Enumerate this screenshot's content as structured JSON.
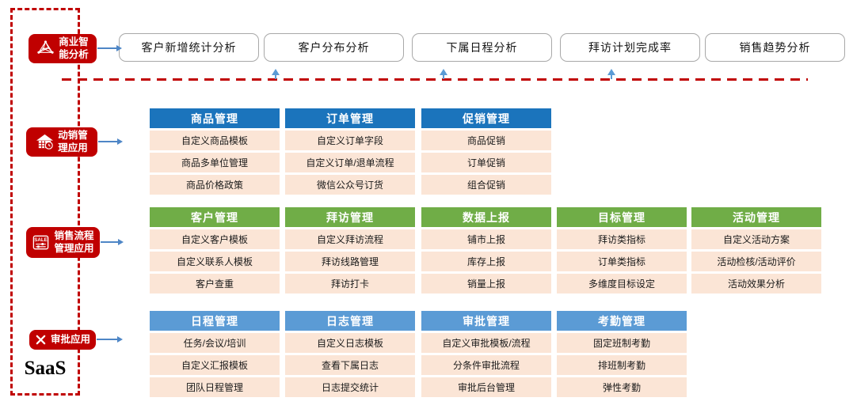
{
  "saas_label": "SaaS",
  "top_analyses": [
    "客户新增统计分析",
    "客户分布分析",
    "下属日程分析",
    "拜访计划完成率",
    "销售趋势分析"
  ],
  "modules": [
    {
      "icon": "bi-network-icon",
      "label_lines": [
        "商业智",
        "能分析"
      ]
    },
    {
      "icon": "store-clock-icon",
      "label_lines": [
        "动销管",
        "理应用"
      ]
    },
    {
      "icon": "sale-panel-icon",
      "label_lines": [
        "销售流程",
        "管理应用"
      ]
    },
    {
      "icon": "crossed-tools-icon",
      "label_lines": [
        "审批应用"
      ]
    }
  ],
  "groups": [
    {
      "header_color": "#1B74BC",
      "tables": [
        {
          "title": "商品管理",
          "rows": [
            "自定义商品模板",
            "商品多单位管理",
            "商品价格政策"
          ]
        },
        {
          "title": "订单管理",
          "rows": [
            "自定义订单字段",
            "自定义订单/退单流程",
            "微信公众号订货"
          ]
        },
        {
          "title": "促销管理",
          "rows": [
            "商品促销",
            "订单促销",
            "组合促销"
          ]
        }
      ]
    },
    {
      "header_color": "#70AD47",
      "tables": [
        {
          "title": "客户管理",
          "rows": [
            "自定义客户模板",
            "自定义联系人模板",
            "客户查重"
          ]
        },
        {
          "title": "拜访管理",
          "rows": [
            "自定义拜访流程",
            "拜访线路管理",
            "拜访打卡"
          ]
        },
        {
          "title": "数据上报",
          "rows": [
            "铺市上报",
            "库存上报",
            "销量上报"
          ]
        },
        {
          "title": "目标管理",
          "rows": [
            "拜访类指标",
            "订单类指标",
            "多维度目标设定"
          ]
        },
        {
          "title": "活动管理",
          "rows": [
            "自定义活动方案",
            "活动检核/活动评价",
            "活动效果分析"
          ]
        }
      ]
    },
    {
      "header_color": "#5B9BD5",
      "tables": [
        {
          "title": "日程管理",
          "rows": [
            "任务/会议/培训",
            "自定义汇报模板",
            "团队日程管理"
          ]
        },
        {
          "title": "日志管理",
          "rows": [
            "自定义日志模板",
            "查看下属日志",
            "日志提交统计"
          ]
        },
        {
          "title": "审批管理",
          "rows": [
            "自定义审批模板/流程",
            "分条件审批流程",
            "审批后台管理"
          ]
        },
        {
          "title": "考勤管理",
          "rows": [
            "固定班制考勤",
            "排班制考勤",
            "弹性考勤"
          ]
        }
      ]
    }
  ],
  "colors": {
    "module_red": "#C00000",
    "boundary_red": "#C00000",
    "group1_header": "#1B74BC",
    "group2_header": "#70AD47",
    "group3_header": "#5B9BD5",
    "cell_bg": "#FBE5D6",
    "arrow_blue": "#4E86C6",
    "up_arrow_blue": "#5B9BD5"
  }
}
